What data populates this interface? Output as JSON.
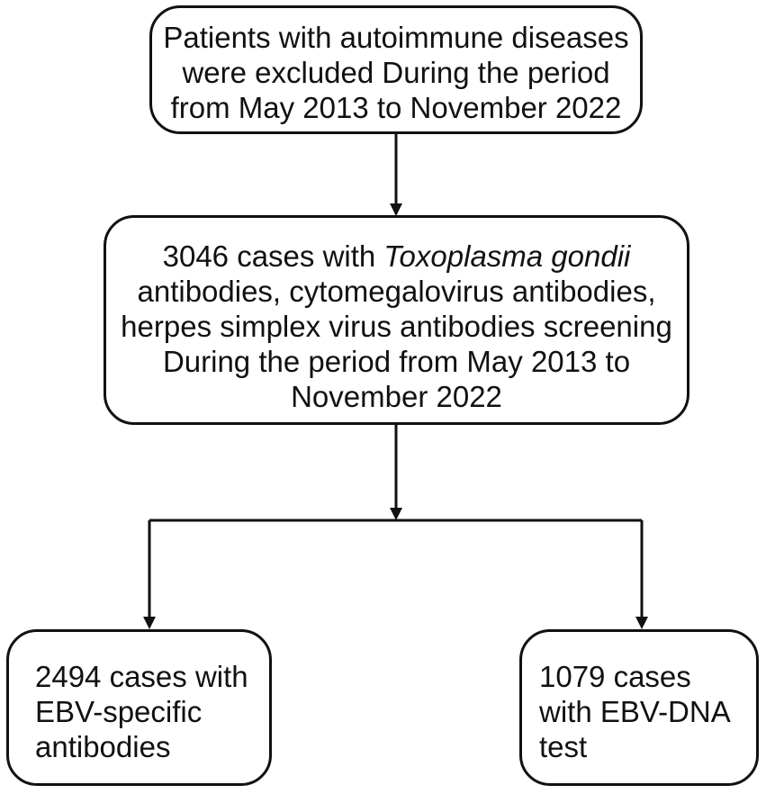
{
  "nodes": {
    "top": {
      "lines": [
        "Patients with autoimmune diseases",
        "were excluded During the period",
        "from May 2013 to November 2022"
      ]
    },
    "middle": {
      "line1_prefix": "3046 cases with ",
      "line1_italic": "Toxoplasma gondii",
      "lines": [
        "antibodies, cytomegalovirus antibodies,",
        "herpes simplex virus antibodies screening",
        "During the period from May 2013 to",
        "November 2022"
      ]
    },
    "left": {
      "lines": [
        "2494 cases with",
        "EBV-specific",
        "antibodies"
      ]
    },
    "right": {
      "lines": [
        "1079 cases",
        "with EBV-DNA",
        "test"
      ]
    }
  },
  "edges": [
    {
      "from": "top",
      "to": "middle"
    },
    {
      "from": "middle",
      "to": "left"
    },
    {
      "from": "middle",
      "to": "right"
    }
  ],
  "colors": {
    "stroke": "#111111",
    "background": "#ffffff"
  }
}
